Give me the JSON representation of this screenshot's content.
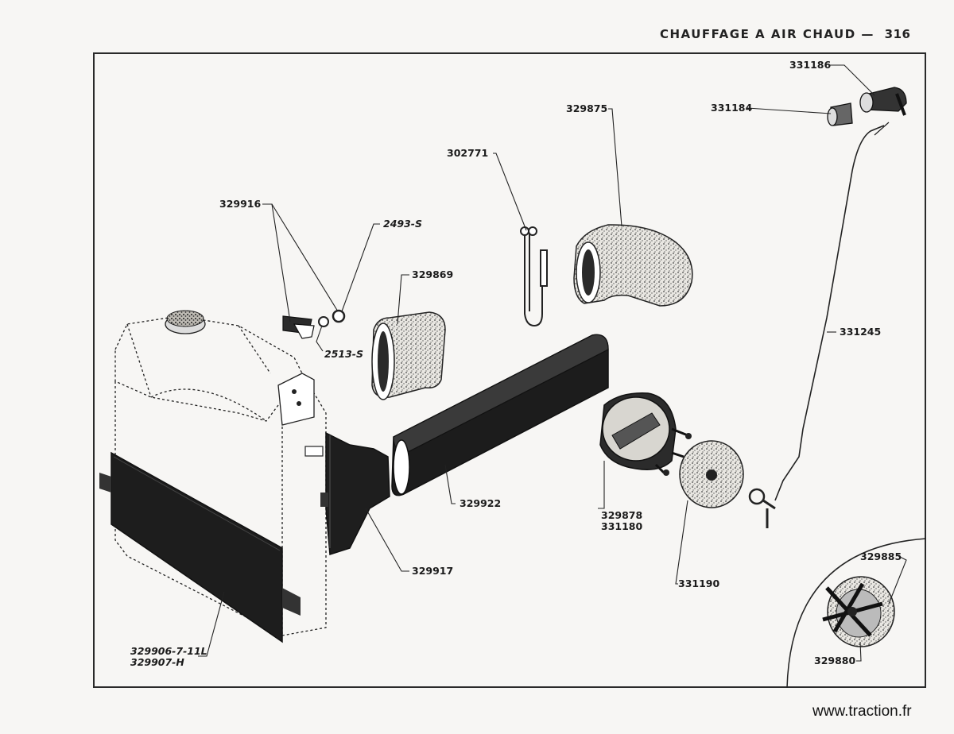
{
  "header": {
    "title": "CHAUFFAGE A AIR CHAUD",
    "dash": "—",
    "page_number": "316"
  },
  "labels": {
    "p331186": "331186",
    "p331184": "331184",
    "p329875": "329875",
    "p302771": "302771",
    "p329916": "329916",
    "p2493s": "2493-S",
    "p329869": "329869",
    "p2513s": "2513-S",
    "p331245": "331245",
    "p329922": "329922",
    "p329878": "329878",
    "p331180": "331180",
    "p329917": "329917",
    "p331190": "331190",
    "p329885": "329885",
    "p329880": "329880",
    "p329906": "329906-7-11L",
    "p329907": "329907-H"
  },
  "footer": {
    "url": "www.traction.fr"
  }
}
